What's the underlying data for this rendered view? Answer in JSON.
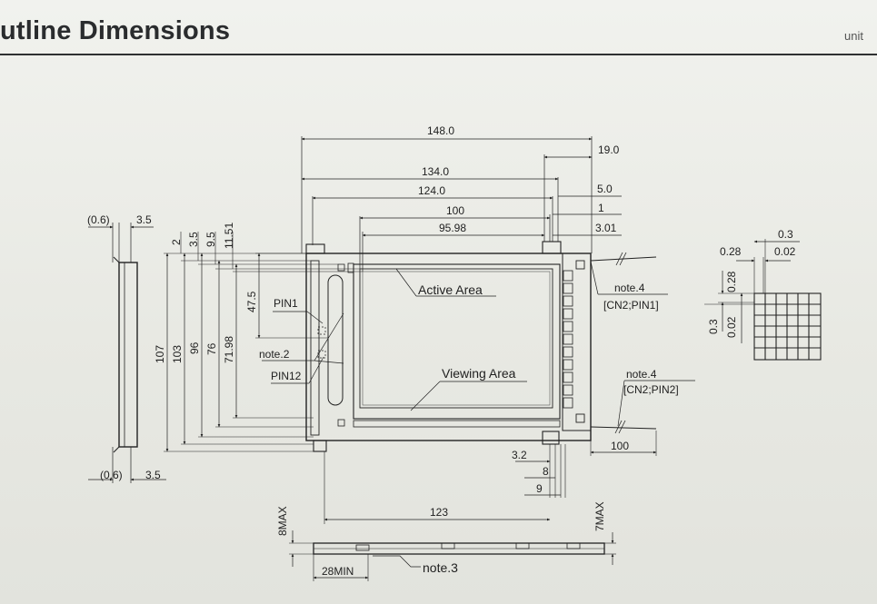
{
  "header": {
    "title": "utline Dimensions",
    "unit": "unit"
  },
  "top_view": {
    "dims": {
      "d148": "148.0",
      "d19": "19.0",
      "d134": "134.0",
      "d124": "124.0",
      "d5": "5.0",
      "d100": "100",
      "d1": "1",
      "d9598": "95.98",
      "d301": "3.01",
      "v2": "2",
      "v35": "3.5",
      "v95": "9.5",
      "v1151": "11.51",
      "v475": "47.5",
      "v107": "107",
      "v103": "103",
      "v96": "96",
      "v76": "76",
      "v7198": "71.98",
      "b32": "3.2",
      "b8": "8",
      "b9": "9",
      "b123": "123",
      "cable100": "100"
    },
    "labels": {
      "active_area": "Active Area",
      "viewing_area": "Viewing Area",
      "pin1": "PIN1",
      "note2": "note.2",
      "pin12": "PIN12",
      "note4a": "note.4",
      "cn2pin1": "[CN2;PIN1]",
      "note4b": "note.4",
      "cn2pin2": "[CN2;PIN2]"
    }
  },
  "side_view": {
    "d06_top": "(0.6)",
    "d35_top": "3.5",
    "d06_bot": "(0.6)",
    "d35_bot": "3.5"
  },
  "pixel_detail": {
    "d03_top": "0.3",
    "d028_top": "0.28",
    "d002_top": "0.02",
    "d028_left": "0.28",
    "d03_left": "0.3",
    "d002_left": "0.02"
  },
  "bottom_view": {
    "d8max": "8MAX",
    "d7max": "7MAX",
    "d28min": "28MIN",
    "note3": "note.3"
  }
}
